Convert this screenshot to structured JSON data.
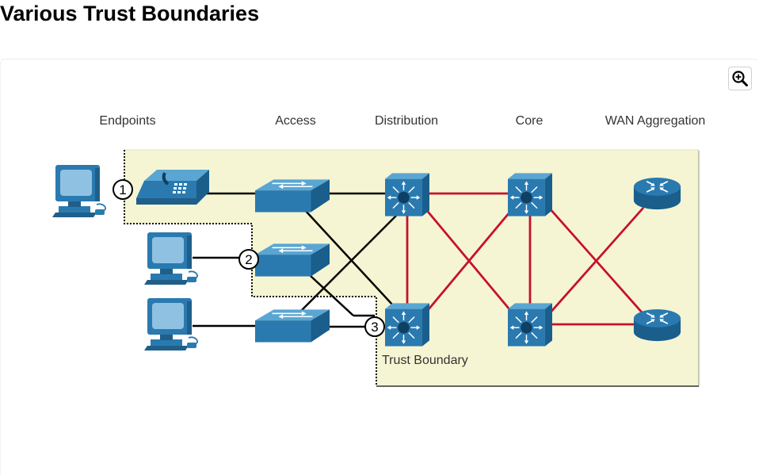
{
  "title": "Various Trust Boundaries",
  "zoom_icon": "zoom-in-icon",
  "columns": [
    "Endpoints",
    "Access",
    "Distribution",
    "Core",
    "WAN Aggregation"
  ],
  "markers": [
    "1",
    "2",
    "3"
  ],
  "trust_boundary_label": "Trust Boundary",
  "colors": {
    "boundary_fill": "#f5f5d3",
    "device_blue": "#2a7ab0",
    "uplink_red": "#c8102e",
    "link_black": "#000000"
  },
  "devices": {
    "endpoints": [
      "pc-1",
      "pc-2",
      "pc-3"
    ],
    "phone": "ip-phone",
    "access": [
      "access-switch-1",
      "access-switch-2",
      "access-switch-3"
    ],
    "distribution": [
      "distribution-switch-1",
      "distribution-switch-2"
    ],
    "core": [
      "core-switch-1",
      "core-switch-2"
    ],
    "wan": [
      "wan-router-1",
      "wan-router-2"
    ]
  }
}
